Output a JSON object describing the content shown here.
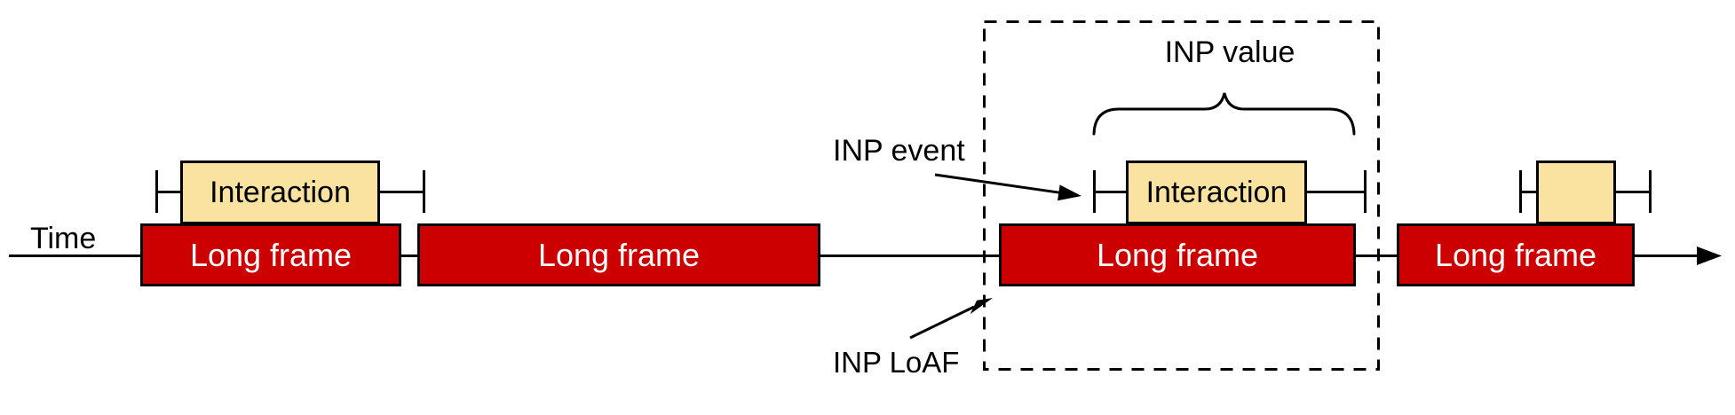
{
  "timeline": {
    "axis_label": "Time"
  },
  "frames": [
    {
      "label": "Long frame"
    },
    {
      "label": "Long frame"
    },
    {
      "label": "Long frame"
    },
    {
      "label": "Long frame"
    }
  ],
  "interactions": [
    {
      "label": "Interaction"
    },
    {
      "label": "Interaction"
    },
    {
      "label": ""
    }
  ],
  "annotations": {
    "inp_value": "INP value",
    "inp_event": "INP event",
    "inp_loaf": "INP LoAF"
  },
  "colors": {
    "long_frame_fill": "#cc0000",
    "interaction_fill": "#fae3a0",
    "outline": "#000000",
    "frame_text": "#ffffff",
    "interaction_text": "#000000",
    "background": "#ffffff"
  }
}
